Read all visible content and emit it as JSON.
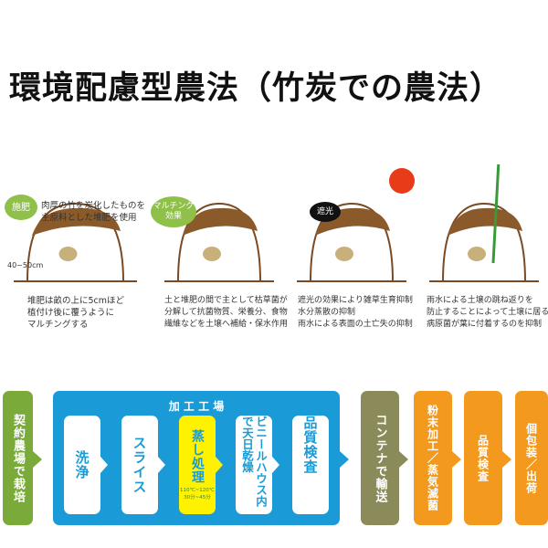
{
  "title": "環境配慮型農法（竹炭での農法）",
  "panels": [
    {
      "badge": "施肥",
      "note": "肉厚の竹を炭化したものを\n主原料とした堆肥を使用",
      "height_label": "40~50cm",
      "caption": "堆肥は畝の上に5cmほど\n植付け後に覆うように\nマルチングする"
    },
    {
      "badge": "マルチング\n効果",
      "caption": "土と堆肥の間で主として枯草菌が\n分解して抗菌物質、栄養分、食物\n繊維などを土壌へ補給・保水作用"
    },
    {
      "badge": "遮光",
      "caption": "遮光の効果により雑草生育抑制\n水分蒸散の抑制\n雨水による表面の土亡失の抑制"
    },
    {
      "caption": "雨水による土壌の跳ね返りを\n防止することによって土壌に居る\n病原菌が葉に付着するのを抑制"
    }
  ],
  "flow": {
    "start": "契約農場で栽培",
    "factory_label": "加 工 工 場",
    "factory_steps": [
      "洗浄",
      "スライス",
      "蒸し処理",
      "ビニールハウス内で天日乾燥",
      "品質検査"
    ],
    "steam_detail": [
      "110℃~120℃",
      "30分~45分"
    ],
    "transport": "コンテナで輸送",
    "after": [
      "粉末加工／蒸気滅菌",
      "品質検査",
      "個包装／出荷"
    ]
  },
  "colors": {
    "green": "#7aab3a",
    "blue": "#1a9bd7",
    "yellow": "#fff200",
    "olive": "#8a8a5a",
    "orange": "#f39a1e",
    "soil": "#7a4a24"
  }
}
